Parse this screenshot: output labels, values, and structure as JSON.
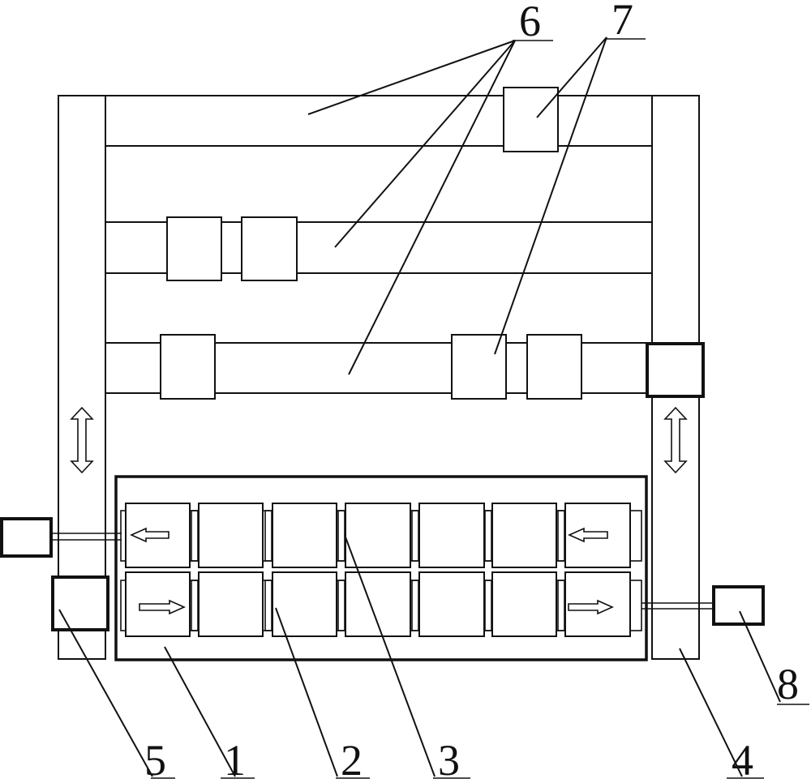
{
  "diagram": {
    "labels": {
      "l1": "1",
      "l2": "2",
      "l3": "3",
      "l4": "4",
      "l5": "5",
      "l6": "6",
      "l7": "7",
      "l8": "8"
    }
  }
}
